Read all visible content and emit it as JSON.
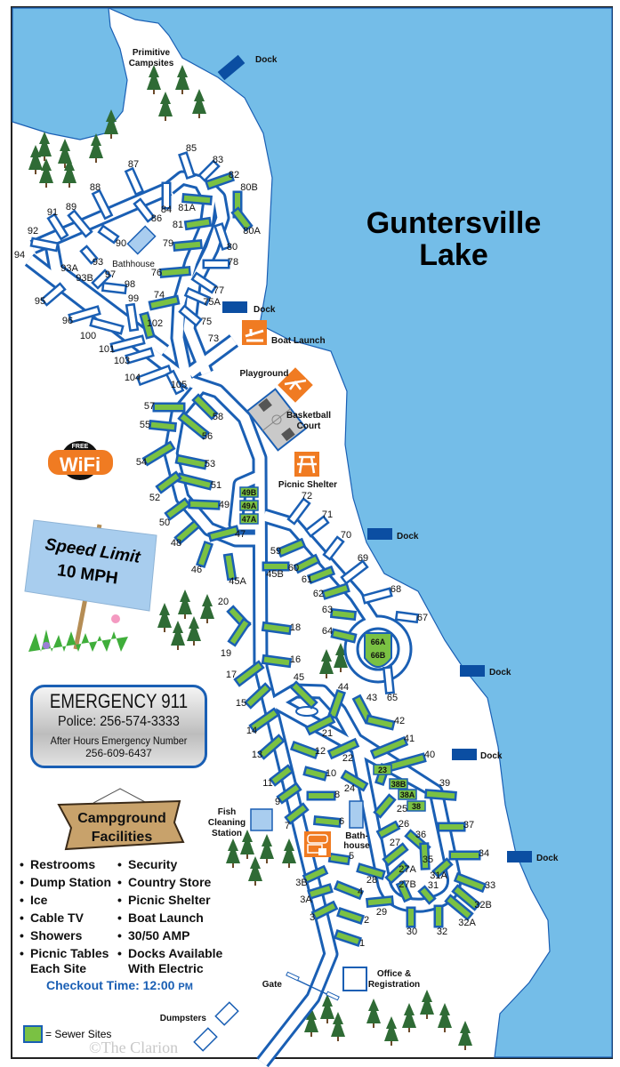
{
  "map": {
    "lake_name_line1": "Guntersville",
    "lake_name_line2": "Lake",
    "colors": {
      "water": "#74bde8",
      "road_outline": "#1a5fb4",
      "sewer_site": "#7ac143",
      "dock": "#0b4ea2",
      "amenity_icon": "#f07b22",
      "bathhouse": "#a9cdef"
    },
    "primitive_campsites": [
      "Primitive",
      "Campsites"
    ],
    "dock_label": "Dock",
    "amenities": {
      "bathhouse_top": "Bathhouse",
      "boat_launch": "Boat Launch",
      "playground": "Playground",
      "basketball": [
        "Basketball",
        "Court"
      ],
      "picnic_shelter": "Picnic Shelter",
      "fish_cleaning": [
        "Fish",
        "Cleaning",
        "Station"
      ],
      "bathhouse_bottom": [
        "Bath-",
        "house"
      ],
      "office": [
        "Office &",
        "Registration"
      ],
      "gate": "Gate",
      "dumpsters": "Dumpsters"
    },
    "sites": [
      {
        "label": "85",
        "sewer": false
      },
      {
        "label": "83",
        "sewer": false
      },
      {
        "label": "82",
        "sewer": true
      },
      {
        "label": "80B",
        "sewer": true
      },
      {
        "label": "80A",
        "sewer": true
      },
      {
        "label": "81A",
        "sewer": true
      },
      {
        "label": "81",
        "sewer": true
      },
      {
        "label": "79",
        "sewer": true
      },
      {
        "label": "80",
        "sewer": false
      },
      {
        "label": "78",
        "sewer": false
      },
      {
        "label": "76",
        "sewer": true
      },
      {
        "label": "77",
        "sewer": false
      },
      {
        "label": "74",
        "sewer": true
      },
      {
        "label": "75A",
        "sewer": false
      },
      {
        "label": "75",
        "sewer": false
      },
      {
        "label": "73",
        "sewer": false
      },
      {
        "label": "102",
        "sewer": true
      },
      {
        "label": "99",
        "sewer": false
      },
      {
        "label": "98",
        "sewer": false
      },
      {
        "label": "97",
        "sewer": false
      },
      {
        "label": "93B",
        "sewer": false
      },
      {
        "label": "93A",
        "sewer": false
      },
      {
        "label": "93",
        "sewer": false
      },
      {
        "label": "90",
        "sewer": false
      },
      {
        "label": "86",
        "sewer": false
      },
      {
        "label": "84",
        "sewer": false
      },
      {
        "label": "87",
        "sewer": false
      },
      {
        "label": "88",
        "sewer": false
      },
      {
        "label": "89",
        "sewer": false
      },
      {
        "label": "91",
        "sewer": false
      },
      {
        "label": "92",
        "sewer": false
      },
      {
        "label": "94",
        "sewer": false
      },
      {
        "label": "95",
        "sewer": false
      },
      {
        "label": "96",
        "sewer": false
      },
      {
        "label": "100",
        "sewer": false
      },
      {
        "label": "101",
        "sewer": false
      },
      {
        "label": "103",
        "sewer": false
      },
      {
        "label": "104",
        "sewer": false
      },
      {
        "label": "105",
        "sewer": false
      },
      {
        "label": "57",
        "sewer": true
      },
      {
        "label": "58",
        "sewer": true
      },
      {
        "label": "55",
        "sewer": true
      },
      {
        "label": "56",
        "sewer": true
      },
      {
        "label": "54",
        "sewer": true
      },
      {
        "label": "53",
        "sewer": true
      },
      {
        "label": "51",
        "sewer": true
      },
      {
        "label": "52",
        "sewer": true
      },
      {
        "label": "49",
        "sewer": true
      },
      {
        "label": "50",
        "sewer": true
      },
      {
        "label": "47",
        "sewer": true
      },
      {
        "label": "48",
        "sewer": true
      },
      {
        "label": "46",
        "sewer": true
      },
      {
        "label": "45A",
        "sewer": true
      },
      {
        "label": "45B",
        "sewer": true
      },
      {
        "label": "49B",
        "sewer": true
      },
      {
        "label": "49A",
        "sewer": true
      },
      {
        "label": "47A",
        "sewer": true
      },
      {
        "label": "59",
        "sewer": true
      },
      {
        "label": "60",
        "sewer": true
      },
      {
        "label": "61",
        "sewer": true
      },
      {
        "label": "62",
        "sewer": true
      },
      {
        "label": "63",
        "sewer": true
      },
      {
        "label": "64",
        "sewer": true
      },
      {
        "label": "72",
        "sewer": false
      },
      {
        "label": "71",
        "sewer": false
      },
      {
        "label": "70",
        "sewer": false
      },
      {
        "label": "69",
        "sewer": false
      },
      {
        "label": "68",
        "sewer": false
      },
      {
        "label": "67",
        "sewer": false
      },
      {
        "label": "66A",
        "sewer": true
      },
      {
        "label": "66B",
        "sewer": true
      },
      {
        "label": "65",
        "sewer": false
      },
      {
        "label": "20",
        "sewer": true
      },
      {
        "label": "19",
        "sewer": true
      },
      {
        "label": "18",
        "sewer": true
      },
      {
        "label": "17",
        "sewer": true
      },
      {
        "label": "16",
        "sewer": true
      },
      {
        "label": "15",
        "sewer": true
      },
      {
        "label": "14",
        "sewer": true
      },
      {
        "label": "13",
        "sewer": true
      },
      {
        "label": "45",
        "sewer": true
      },
      {
        "label": "44",
        "sewer": true
      },
      {
        "label": "43",
        "sewer": true
      },
      {
        "label": "42",
        "sewer": true
      },
      {
        "label": "41",
        "sewer": true
      },
      {
        "label": "40",
        "sewer": true
      },
      {
        "label": "21",
        "sewer": true
      },
      {
        "label": "12",
        "sewer": true
      },
      {
        "label": "22",
        "sewer": true
      },
      {
        "label": "23",
        "sewer": true
      },
      {
        "label": "10",
        "sewer": true
      },
      {
        "label": "24",
        "sewer": true
      },
      {
        "label": "38B",
        "sewer": true
      },
      {
        "label": "38A",
        "sewer": true
      },
      {
        "label": "38",
        "sewer": true
      },
      {
        "label": "39",
        "sewer": true
      },
      {
        "label": "8",
        "sewer": true
      },
      {
        "label": "11",
        "sewer": true
      },
      {
        "label": "9",
        "sewer": true
      },
      {
        "label": "25",
        "sewer": true
      },
      {
        "label": "7",
        "sewer": true
      },
      {
        "label": "6",
        "sewer": true
      },
      {
        "label": "26",
        "sewer": true
      },
      {
        "label": "37",
        "sewer": true
      },
      {
        "label": "36",
        "sewer": true
      },
      {
        "label": "35",
        "sewer": true
      },
      {
        "label": "27",
        "sewer": true
      },
      {
        "label": "34",
        "sewer": true
      },
      {
        "label": "5",
        "sewer": true
      },
      {
        "label": "3B",
        "sewer": true
      },
      {
        "label": "27A",
        "sewer": true
      },
      {
        "label": "28",
        "sewer": true
      },
      {
        "label": "31A",
        "sewer": true
      },
      {
        "label": "4",
        "sewer": true
      },
      {
        "label": "27B",
        "sewer": true
      },
      {
        "label": "31",
        "sewer": true
      },
      {
        "label": "33",
        "sewer": true
      },
      {
        "label": "3A",
        "sewer": true
      },
      {
        "label": "32B",
        "sewer": true
      },
      {
        "label": "29",
        "sewer": true
      },
      {
        "label": "3",
        "sewer": true
      },
      {
        "label": "2",
        "sewer": true
      },
      {
        "label": "32A",
        "sewer": true
      },
      {
        "label": "30",
        "sewer": true
      },
      {
        "label": "32",
        "sewer": true
      },
      {
        "label": "1",
        "sewer": true
      }
    ]
  },
  "wifi": {
    "free": "FREE",
    "label": "WiFi"
  },
  "speed_sign": {
    "line1": "Speed Limit",
    "line2": "10 MPH"
  },
  "emergency": {
    "title": "EMERGENCY 911",
    "police": "Police: 256-574-3333",
    "after_hours_label": "After Hours Emergency Number",
    "after_hours_number": "256-609-6437"
  },
  "facilities": {
    "sign_line1": "Campground",
    "sign_line2": "Facilities",
    "left": [
      "Restrooms",
      "Dump Station",
      "Ice",
      "Cable TV",
      "Showers",
      "Picnic Tables",
      "Each Site"
    ],
    "right": [
      "Security",
      "Country Store",
      "Picnic Shelter",
      "Boat Launch",
      "30/50 AMP",
      "Docks Available",
      "With Electric"
    ],
    "checkout_label": "Checkout Time: 12:00",
    "checkout_suffix": "PM"
  },
  "legend": {
    "sewer_sites": "= Sewer Sites"
  },
  "watermark": "©The Clarion"
}
